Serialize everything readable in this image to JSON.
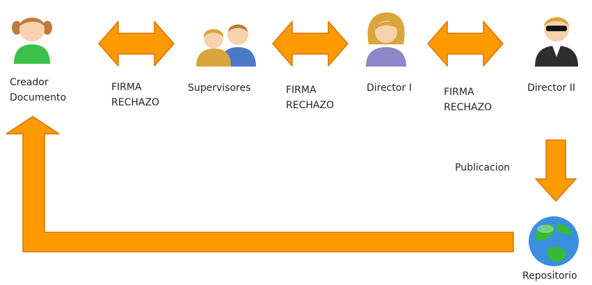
{
  "colors": {
    "arrow_fill": "#FF9900",
    "arrow_stroke": "#D87300",
    "skin": "#F6D3AE",
    "hair_child": "#C07A3A",
    "shirt_child": "#3CC04A",
    "suit_blue": "#4C78C8",
    "hair_blonde": "#D9A63C",
    "dress_violet": "#8E86C8",
    "suit_black": "#2E2E2E",
    "globe_blue": "#3A8FE0",
    "globe_green": "#36B83A"
  },
  "nodes": {
    "creador": {
      "line1": "Creador",
      "line2": "Documento",
      "icon": "girl-avatar-icon"
    },
    "supervisores": {
      "label": "Supervisores",
      "icon": "group-avatar-icon"
    },
    "director1": {
      "label": "Director I",
      "icon": "woman-avatar-icon"
    },
    "director2": {
      "label": "Director II",
      "icon": "agent-avatar-icon"
    },
    "repositorio": {
      "label": "Repositorio",
      "icon": "globe-icon"
    }
  },
  "edges": {
    "e1": {
      "line1": "FIRMA",
      "line2": "RECHAZO"
    },
    "e2": {
      "line1": "FIRMA",
      "line2": "RECHAZO"
    },
    "e3": {
      "line1": "FIRMA",
      "line2": "RECHAZO"
    },
    "publicacion": {
      "label": "Publicacion"
    }
  }
}
